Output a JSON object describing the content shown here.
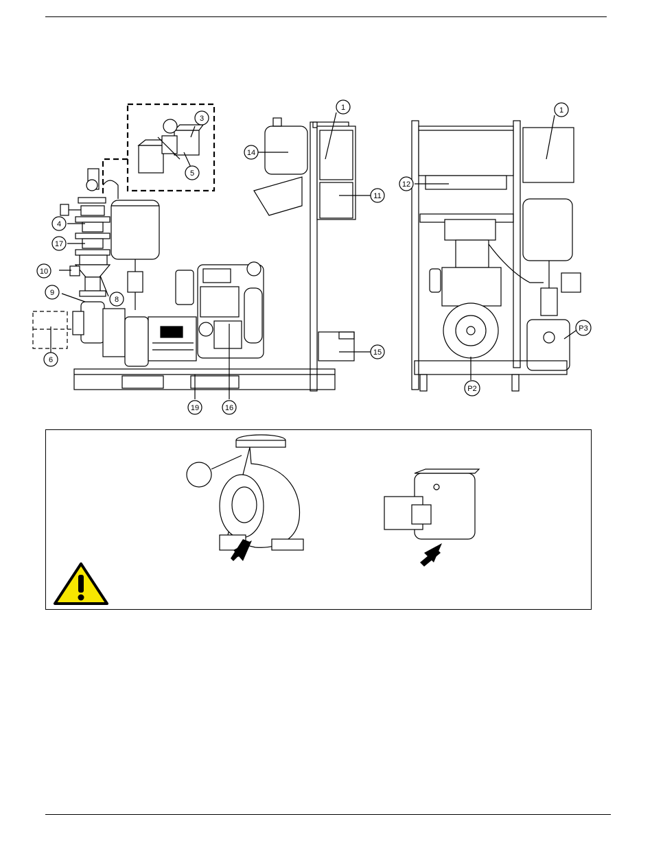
{
  "callouts": {
    "main_1": "1",
    "side_1": "1",
    "c3": "3",
    "c4": "4",
    "c5": "5",
    "c6": "6",
    "c8": "8",
    "c9": "9",
    "c10": "10",
    "c11": "11",
    "c12": "12",
    "c14": "14",
    "c15": "15",
    "c16": "16",
    "c17": "17",
    "c19": "19",
    "p2": "P2",
    "p3": "P3"
  },
  "warning_icon": "warning-triangle-icon",
  "colors": {
    "warning_yellow": "#f7e600",
    "line": "#000000"
  }
}
